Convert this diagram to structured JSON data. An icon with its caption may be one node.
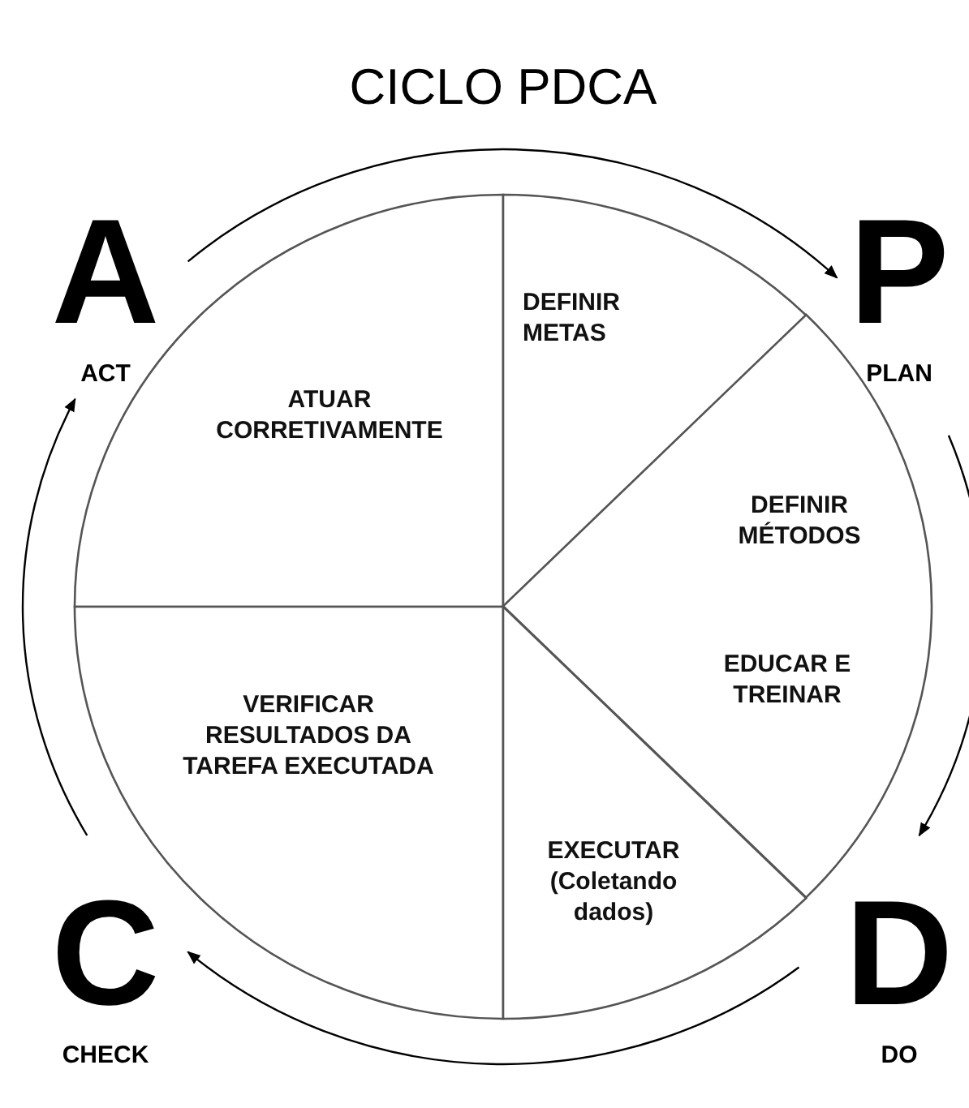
{
  "diagram": {
    "title": "CICLO PDCA",
    "nodes": [
      {
        "text": [
          "A",
          "ACT"
        ]
      },
      {
        "text": [
          "P",
          "PLAN"
        ]
      },
      {
        "text": [
          "D",
          "DO"
        ]
      },
      {
        "text": [
          "C",
          "CHECK"
        ]
      },
      {
        "text": [
          "ATUAR CORRETIVAMENTE"
        ]
      },
      {
        "text": [
          "DEFINIR METAS"
        ]
      },
      {
        "text": [
          "DEFINIR MÉTODOS",
          "EDUCAR E TREINAR"
        ]
      },
      {
        "text": [
          "VERIFICAR RESULTADOS DA TAREFA EXECUTADA"
        ]
      },
      {
        "text": [
          "EXECUTAR (Coletando dados)"
        ]
      }
    ],
    "edges": [
      {
        "from": 0,
        "to": 1,
        "arrow": "to"
      },
      {
        "from": 1,
        "to": 2,
        "arrow": "to"
      },
      {
        "from": 2,
        "to": 3,
        "arrow": "to"
      },
      {
        "from": 3,
        "to": 0,
        "arrow": "to"
      }
    ]
  }
}
